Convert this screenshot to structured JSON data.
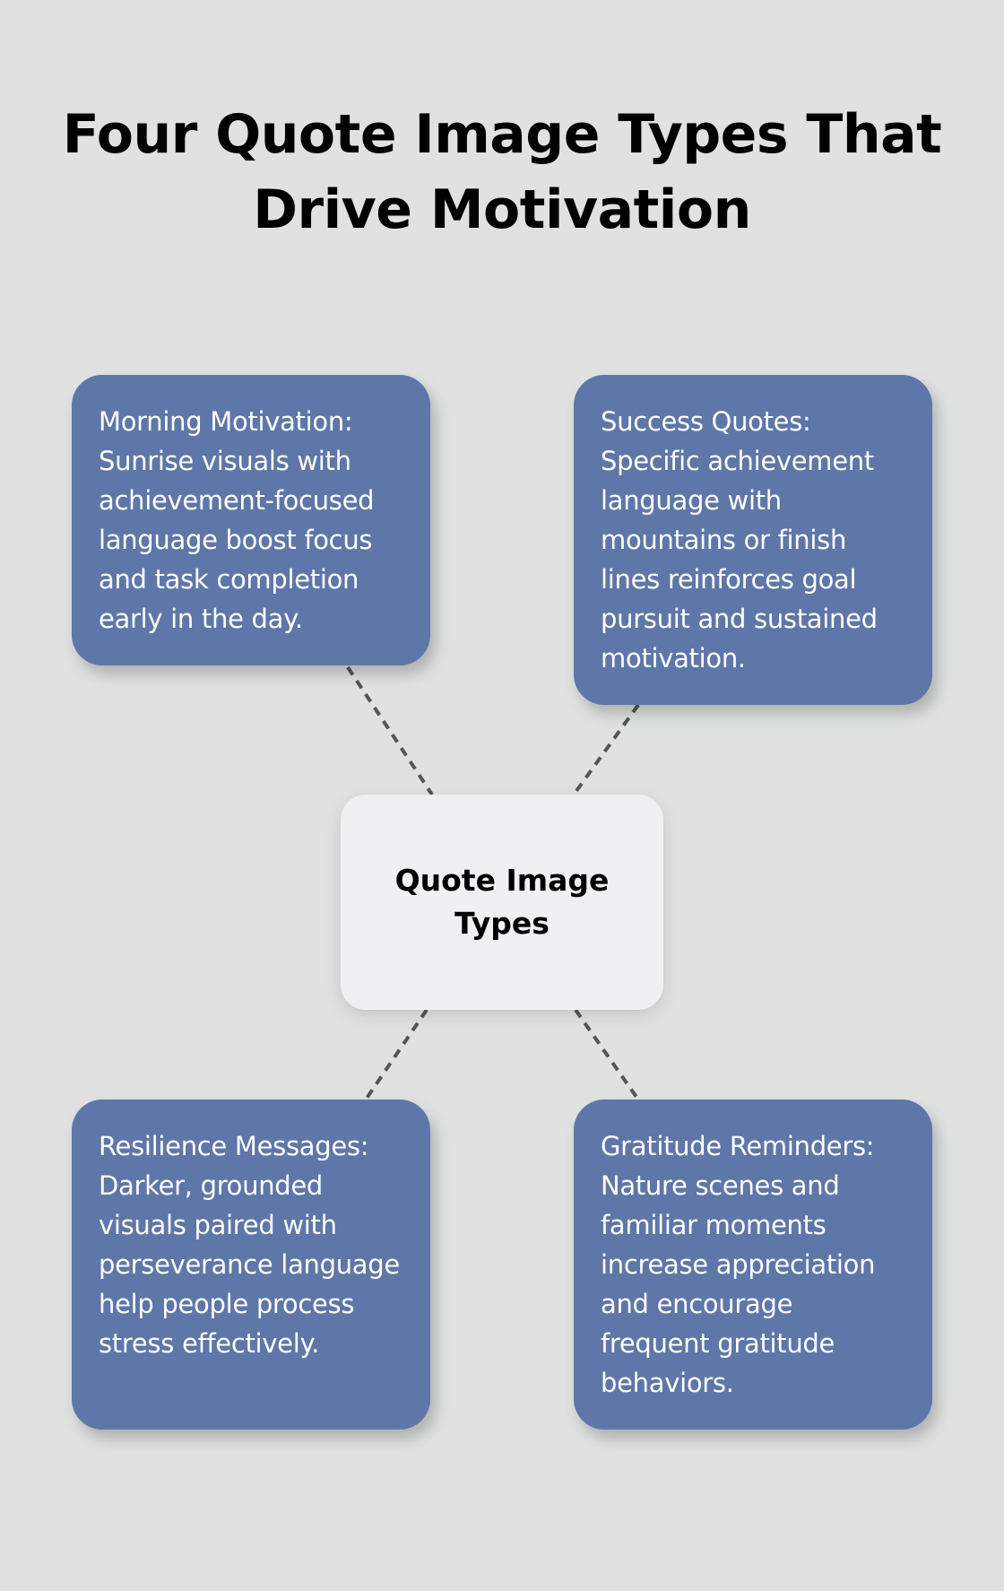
{
  "title": "Four Quote Image Types That Drive Motivation",
  "center": {
    "label": "Quote Image Types"
  },
  "cards": [
    {
      "id": "morning-motivation",
      "text": "Morning Motivation: Sunrise visuals with achievement-focused language boost focus and task completion early in the day."
    },
    {
      "id": "success-quotes",
      "text": "Success Quotes: Specific achievement language with mountains or finish lines reinforces goal pursuit and sustained motivation."
    },
    {
      "id": "resilience-messages",
      "text": "Resilience Messages: Darker, grounded visuals paired with perseverance language help people process stress effectively."
    },
    {
      "id": "gratitude-reminders",
      "text": "Gratitude Reminders: Nature scenes and familiar moments increase appreciation and encourage frequent gratitude behaviors."
    }
  ],
  "colors": {
    "background": "#e0e2e2",
    "card": "#5e77a8",
    "center": "#eff0f2",
    "connector": "#555555"
  }
}
